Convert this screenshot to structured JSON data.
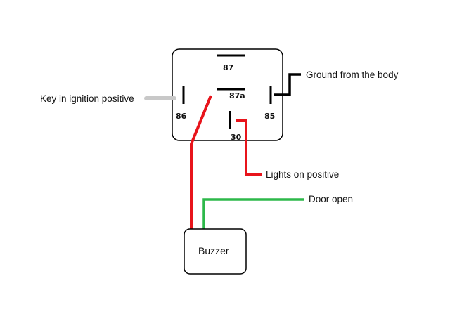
{
  "relay": {
    "pins": {
      "p87": "87",
      "p87a": "87a",
      "p86": "86",
      "p85": "85",
      "p30": "30"
    }
  },
  "buzzer": {
    "label": "Buzzer"
  },
  "labels": {
    "key_ignition": "Key in ignition positive",
    "ground": "Ground from the body",
    "lights": "Lights on positive",
    "door": "Door open"
  },
  "colors": {
    "red_wire": "#e8141b",
    "green_wire": "#2db84a",
    "black_wire": "#000000",
    "grey_wire": "#c8c8c8"
  }
}
